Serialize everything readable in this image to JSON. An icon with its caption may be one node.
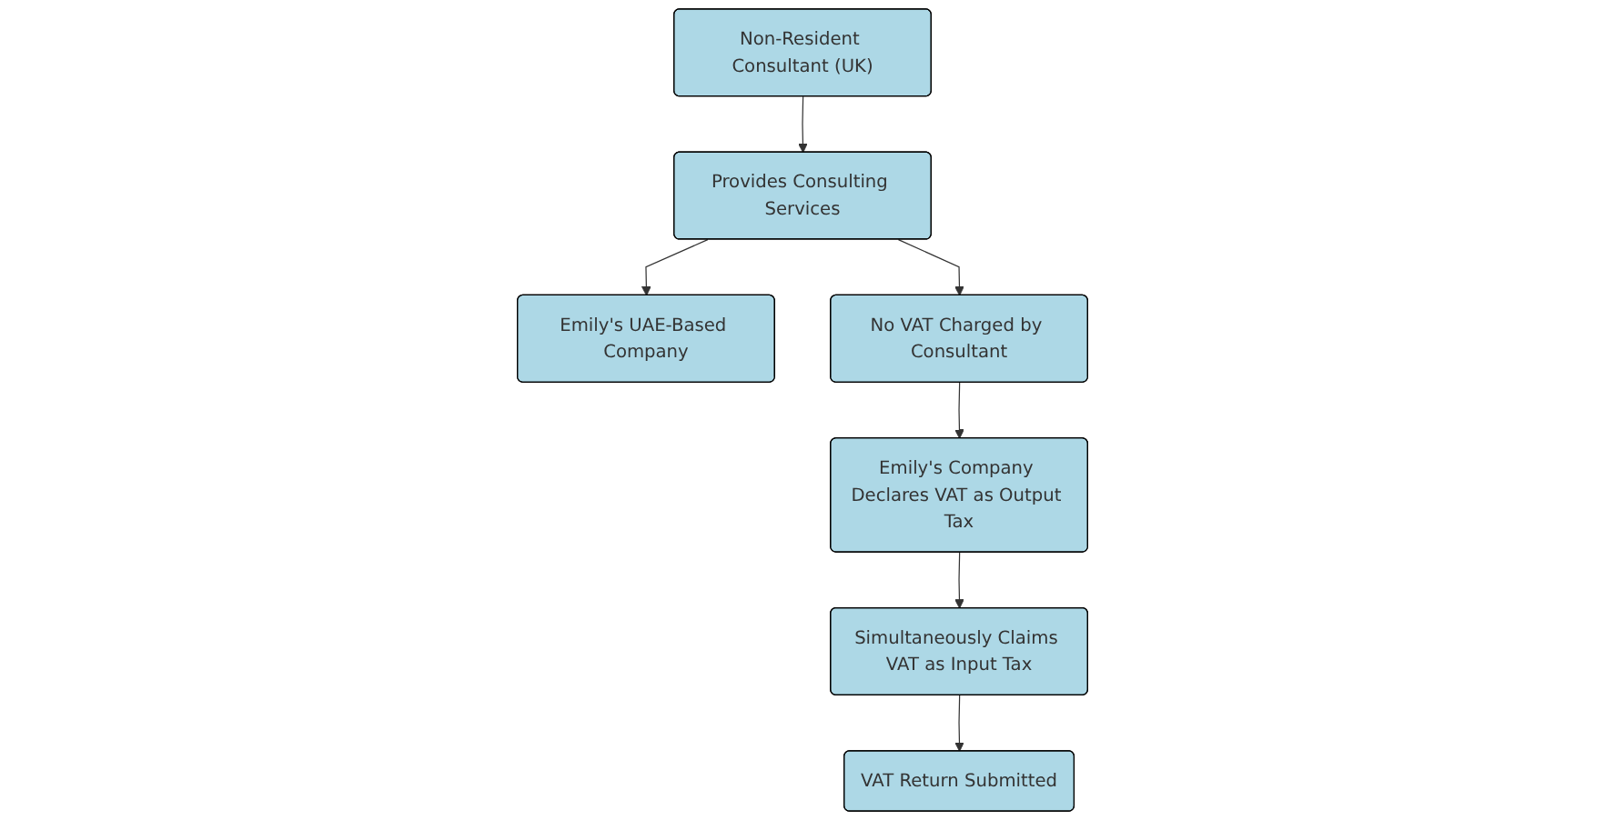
{
  "diagram": {
    "nodes": [
      {
        "text": [
          "Non-Resident Consultant (UK)"
        ]
      },
      {
        "text": [
          "Provides Consulting Services"
        ]
      },
      {
        "text": [
          "Emily's UAE-Based Company"
        ]
      },
      {
        "text": [
          "No VAT Charged by Consultant"
        ]
      },
      {
        "text": [
          "Emily's Company Declares VAT as Output Tax"
        ]
      },
      {
        "text": [
          "Simultaneously Claims VAT as Input Tax"
        ]
      },
      {
        "text": [
          "VAT Return Submitted"
        ]
      }
    ],
    "edges": [
      {
        "from": 0,
        "to": 1,
        "arrow": "to"
      },
      {
        "from": 1,
        "to": 2,
        "arrow": "to"
      },
      {
        "from": 1,
        "to": 3,
        "arrow": "to"
      },
      {
        "from": 3,
        "to": 4,
        "arrow": "to"
      },
      {
        "from": 4,
        "to": 5,
        "arrow": "to"
      },
      {
        "from": 5,
        "to": 6,
        "arrow": "to"
      }
    ]
  }
}
